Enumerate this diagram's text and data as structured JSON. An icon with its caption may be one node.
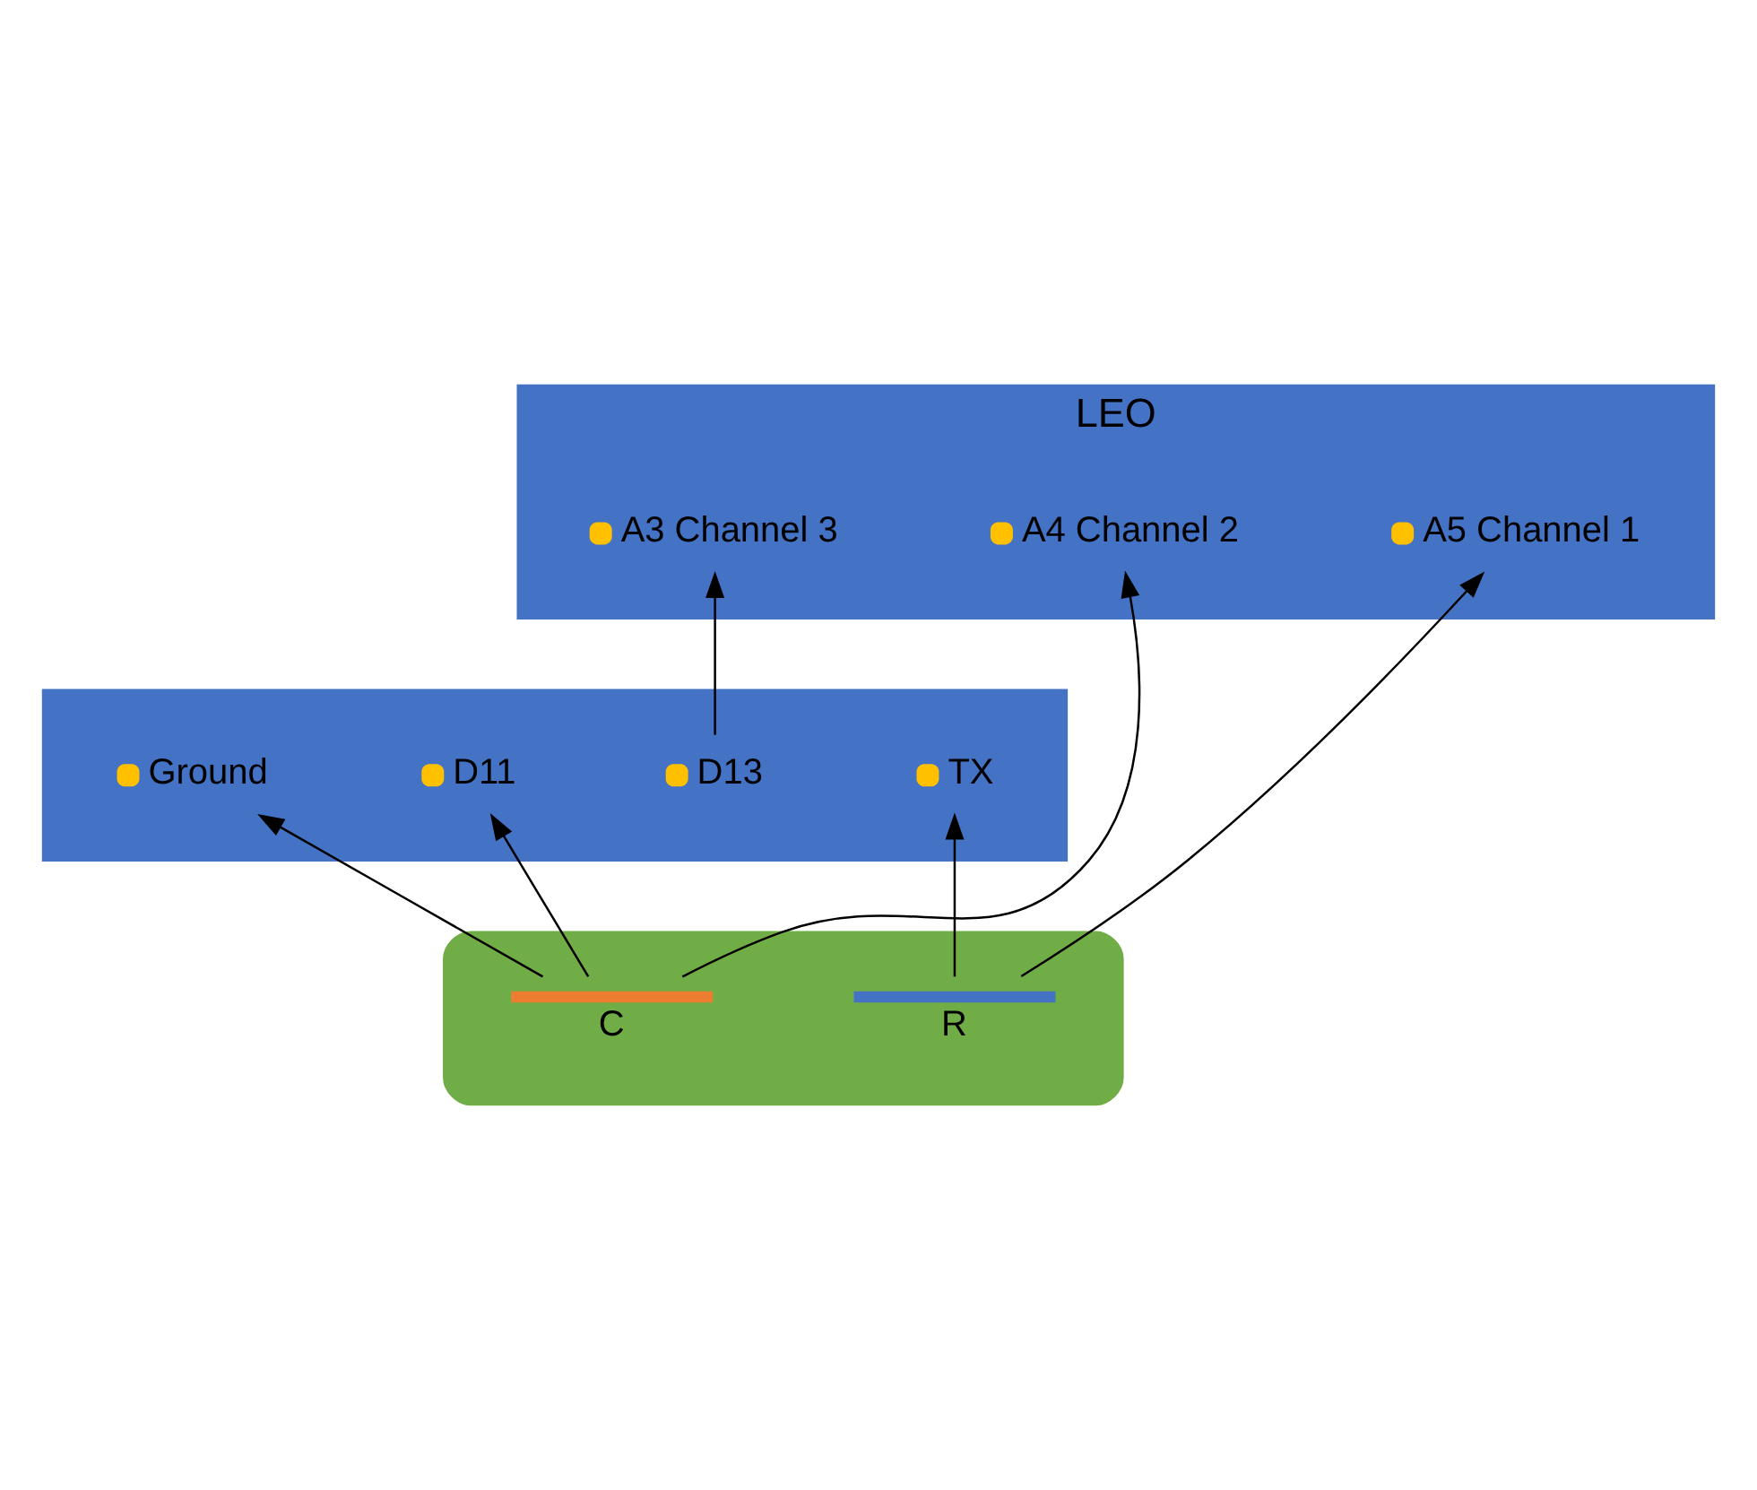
{
  "diagram": {
    "nodes": [
      {
        "text": [],
        "shape": "box"
      },
      {
        "text": [
          "TX"
        ],
        "in": 0
      },
      {
        "text": [
          "D13"
        ],
        "in": 0
      },
      {
        "text": [
          "D11"
        ],
        "in": 0
      },
      {
        "text": [
          "Ground"
        ],
        "in": 0
      },
      {
        "text": [
          "LEO"
        ]
      },
      {
        "text": [
          "A3 Channel 3"
        ],
        "in": 5
      },
      {
        "text": [
          "A4 Channel 2"
        ],
        "in": 5
      },
      {
        "text": [
          "A5 Channel 1"
        ],
        "in": 5
      },
      {
        "text": [],
        "shape": "box"
      },
      {
        "text": [
          "C"
        ],
        "in": 9
      },
      {
        "text": [
          "R"
        ],
        "in": 9
      }
    ],
    "edges": [
      {
        "from": 2,
        "to": 6,
        "arrow": "to"
      },
      {
        "from": 10,
        "to": 4,
        "arrow": "to"
      },
      {
        "from": 10,
        "to": 3,
        "arrow": "to"
      },
      {
        "from": 10,
        "to": 7,
        "arrow": "to"
      },
      {
        "from": 11,
        "to": 1,
        "arrow": "to"
      },
      {
        "from": 11,
        "to": 8,
        "arrow": "to"
      }
    ]
  }
}
